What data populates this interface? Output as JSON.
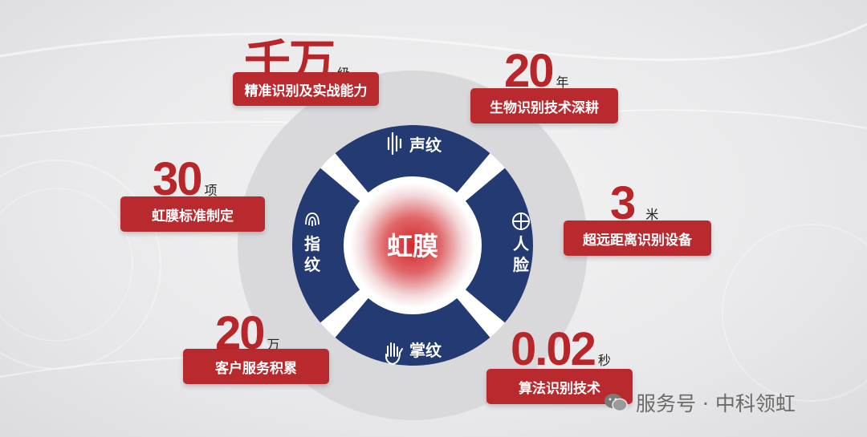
{
  "center": {
    "label": "虹膜"
  },
  "segments": [
    {
      "id": "voiceprint",
      "label": "声纹",
      "icon": "waveform-icon"
    },
    {
      "id": "face",
      "label": "人脸",
      "icon": "face-icon"
    },
    {
      "id": "palmprint",
      "label": "掌纹",
      "icon": "palm-icon"
    },
    {
      "id": "fingerprint",
      "label": "指纹",
      "icon": "fingerprint-icon"
    }
  ],
  "stats": [
    {
      "id": "precision",
      "number": "千万",
      "unit": "级",
      "label": "精准识别及实战能力"
    },
    {
      "id": "years",
      "number": "20",
      "unit": "年",
      "label": "生物识别技术深耕"
    },
    {
      "id": "standards",
      "number": "30",
      "unit": "项",
      "label": "虹膜标准制定"
    },
    {
      "id": "distance",
      "number": "3",
      "unit": "米",
      "label": "超远距离识别设备"
    },
    {
      "id": "clients",
      "number": "20",
      "unit": "万",
      "label": "客户服务积累"
    },
    {
      "id": "speed",
      "number": "0.02",
      "unit": "秒",
      "label": "算法识别技术"
    }
  ],
  "watermark": {
    "text": "服务号 · 中科领虹",
    "icon": "wechat-icon"
  },
  "colors": {
    "accent_red": "#b82a2e",
    "ring_navy": "#233a72",
    "number_red": "#b8262a"
  }
}
